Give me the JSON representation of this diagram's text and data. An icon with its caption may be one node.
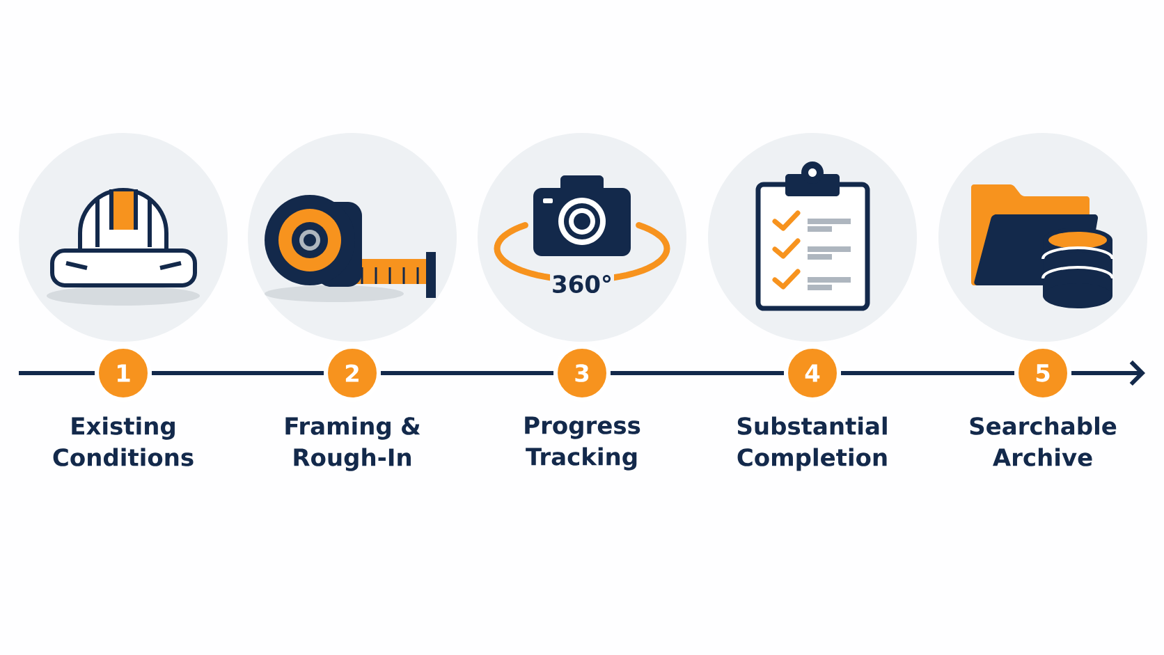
{
  "diagram": {
    "nodes": [
      {
        "text": [
          "1"
        ],
        "beside": [
          "Existing Conditions"
        ]
      },
      {
        "text": [
          "2"
        ],
        "beside": [
          "Framing & Rough-In"
        ]
      },
      {
        "text": [
          "3"
        ],
        "beside": [
          "Progress Tracking"
        ]
      },
      {
        "text": [
          "4"
        ],
        "beside": [
          "Substantial Completion"
        ]
      },
      {
        "text": [
          "5"
        ],
        "beside": [
          "Searchable Archive"
        ]
      }
    ],
    "edges": [
      {
        "from": null,
        "to": 0,
        "arrow": "none"
      },
      {
        "from": 0,
        "to": 1,
        "arrow": "none"
      },
      {
        "from": 1,
        "to": 2,
        "arrow": "none"
      },
      {
        "from": 2,
        "to": 3,
        "arrow": "none"
      },
      {
        "from": 3,
        "to": 4,
        "arrow": "none"
      },
      {
        "from": 4,
        "to": null,
        "arrow": "to"
      }
    ],
    "labels": [
      "360°"
    ]
  }
}
